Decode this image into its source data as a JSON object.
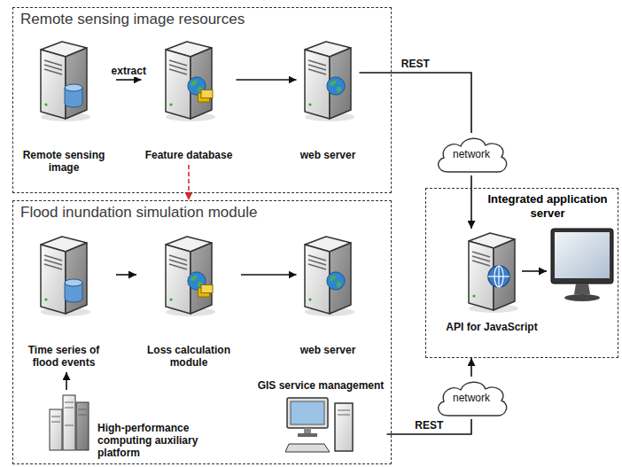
{
  "diagram": {
    "nodes": [
      {
        "text": [
          "Remote sensing image resources"
        ]
      },
      {
        "text": [
          "Remote sensing image"
        ],
        "in": 0
      },
      {
        "text": [
          "Feature database"
        ],
        "in": 0
      },
      {
        "text": [
          "web server"
        ],
        "in": 0
      },
      {
        "text": [
          "Flood inundation simulation module"
        ]
      },
      {
        "text": [
          "Time series of flood events"
        ],
        "in": 4
      },
      {
        "text": [
          "Loss calculation module"
        ],
        "in": 4
      },
      {
        "text": [
          "web server"
        ],
        "in": 4
      },
      {
        "text": [
          "High-performance computing auxiliary platform"
        ],
        "in": 4
      },
      {
        "text": [
          "GIS service management"
        ],
        "in": 4
      },
      {
        "text": [
          "Integrated application server"
        ]
      },
      {
        "text": [
          "API for JavaScript"
        ],
        "in": 10
      },
      {
        "text": [
          "network"
        ]
      },
      {
        "text": [
          "network"
        ]
      }
    ],
    "edges": [
      {
        "from": 1,
        "to": 2,
        "arrow": "to",
        "label": "extract"
      },
      {
        "from": 2,
        "to": 3,
        "arrow": "to"
      },
      {
        "from": 2,
        "to": 4,
        "arrow": "to"
      },
      {
        "from": 5,
        "to": 6,
        "arrow": "to"
      },
      {
        "from": 6,
        "to": 7,
        "arrow": "to"
      },
      {
        "from": 8,
        "to": 5,
        "arrow": "to"
      },
      {
        "from": 3,
        "to": 12,
        "arrow": "none",
        "label": "REST"
      },
      {
        "from": 12,
        "to": 11,
        "arrow": "to"
      },
      {
        "from": 9,
        "to": 13,
        "arrow": "none",
        "label": "REST"
      },
      {
        "from": 13,
        "to": 10,
        "arrow": "to"
      }
    ]
  }
}
